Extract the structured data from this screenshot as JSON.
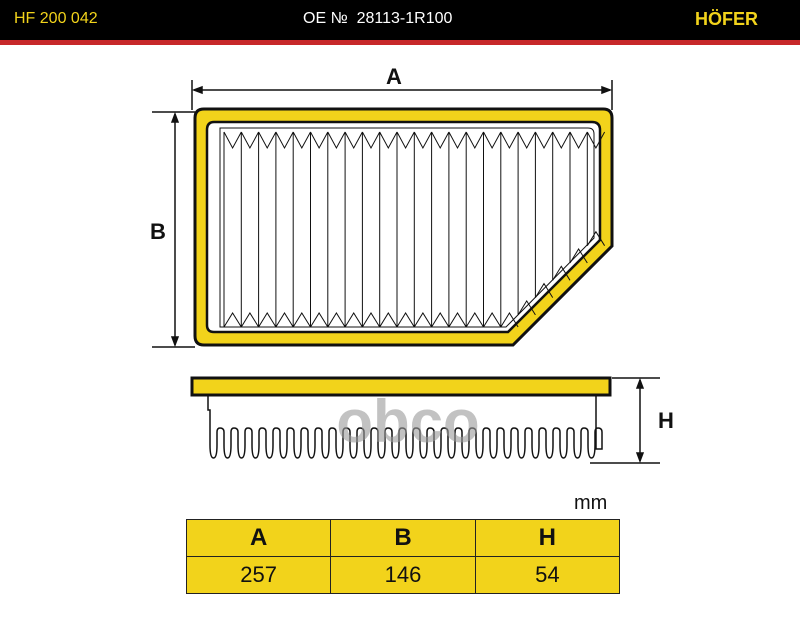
{
  "header": {
    "article": "HF 200 042",
    "oe_label": "OE №",
    "oe_number": "28113-1R100",
    "brand": "HÖFER"
  },
  "watermark": "obco",
  "dimension_labels": {
    "a": "A",
    "b": "B",
    "h": "H"
  },
  "unit": "mm",
  "table": {
    "headers": [
      "A",
      "B",
      "H"
    ],
    "values": [
      "257",
      "146",
      "54"
    ]
  },
  "colors": {
    "accent": "#f2d31b",
    "header_bg": "#000000",
    "stripe": "#c7282a"
  }
}
